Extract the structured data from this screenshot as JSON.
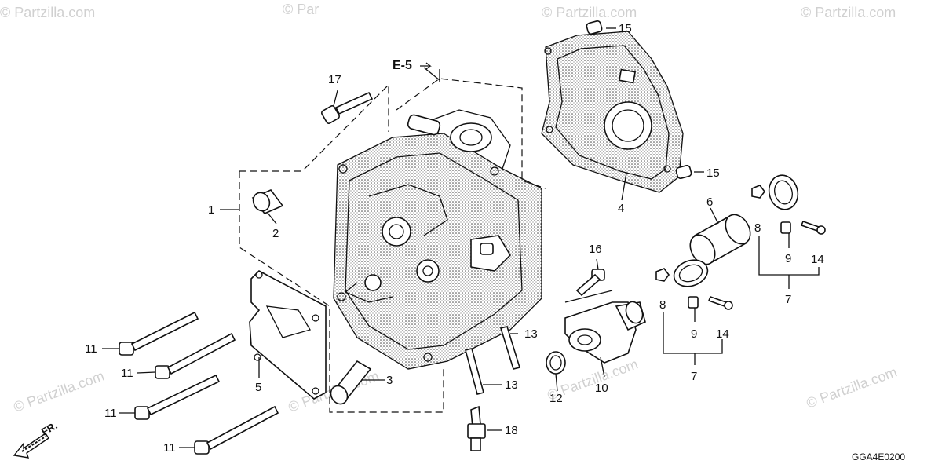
{
  "diagram": {
    "reference_code": "GGA4E0200",
    "section_ref": "E-5",
    "direction_label": "FR.",
    "watermark": "© Partzilla.com",
    "watermark_short": "© Par",
    "callouts": {
      "c1": "1",
      "c2": "2",
      "c3": "3",
      "c4": "4",
      "c5": "5",
      "c6": "6",
      "c7a": "7",
      "c7b": "7",
      "c8a": "8",
      "c8b": "8",
      "c9a": "9",
      "c9b": "9",
      "c10": "10",
      "c11a": "11",
      "c11b": "11",
      "c11c": "11",
      "c11d": "11",
      "c12": "12",
      "c13a": "13",
      "c13b": "13",
      "c14a": "14",
      "c14b": "14",
      "c15a": "15",
      "c15b": "15",
      "c16": "16",
      "c17": "17",
      "c18": "18"
    }
  }
}
